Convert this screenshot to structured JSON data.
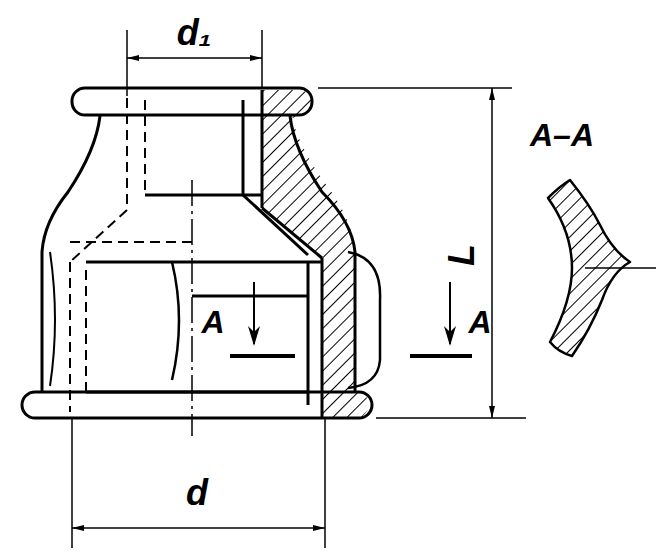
{
  "diagram": {
    "labels": [
      "d₁",
      "A–A",
      "L",
      "A",
      "A",
      "d"
    ]
  }
}
